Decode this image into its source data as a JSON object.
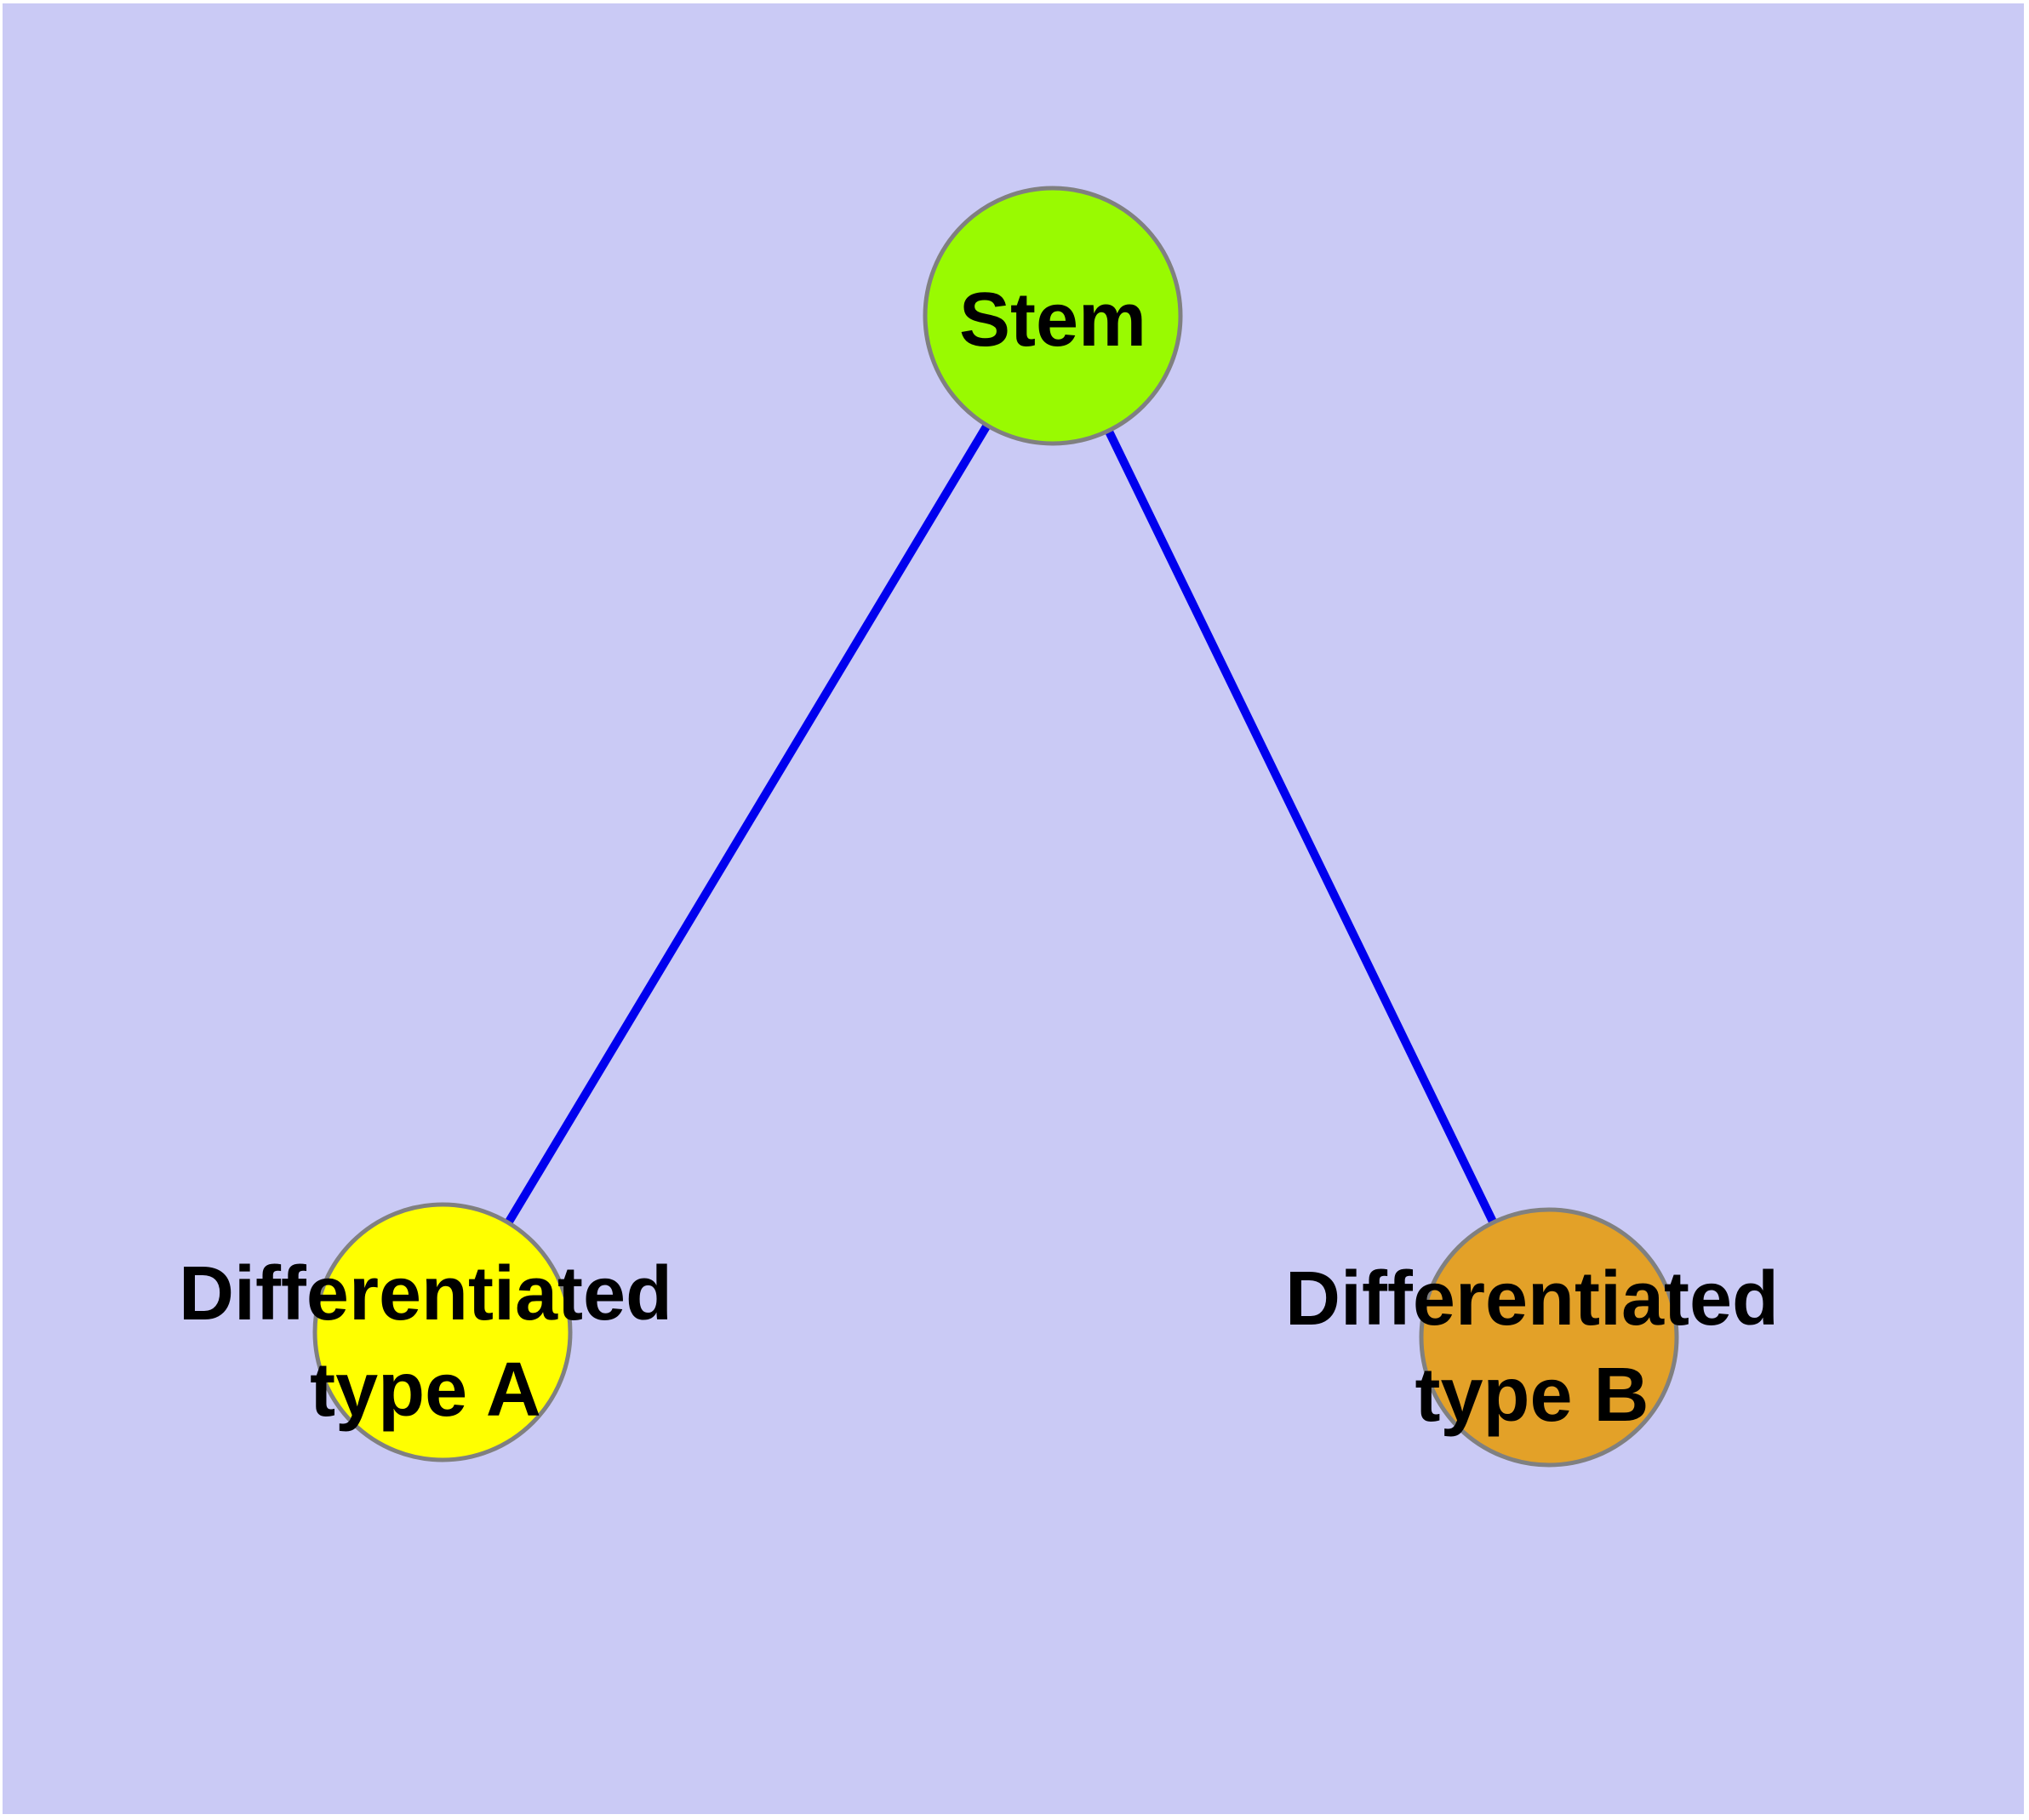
{
  "diagram": {
    "type": "graph",
    "description": "Cell differentiation tree: one stem node with two differentiated child nodes",
    "canvas_color": "#cacaf5",
    "page_margin_color": "#ffffff",
    "node_border_color": "#808080",
    "text_color": "#000000",
    "edge_color": "#0000ee",
    "nodes": [
      {
        "id": "stem",
        "label": "Stem",
        "label_lines": [
          "Stem"
        ],
        "shape": "circle",
        "color": "#99fa01"
      },
      {
        "id": "differentiated-type-a",
        "label": "Differentiated type A",
        "label_lines": [
          "Differentiated",
          "type A"
        ],
        "shape": "circle",
        "color": "#ffff00"
      },
      {
        "id": "differentiated-type-b",
        "label": "Differentiated type B",
        "label_lines": [
          "Differentiated",
          "type B"
        ],
        "shape": "circle",
        "color": "#e3a128"
      }
    ],
    "edges": [
      {
        "from": "Stem",
        "to": "Differentiated type A",
        "color": "#0000ee"
      },
      {
        "from": "Stem",
        "to": "Differentiated type B",
        "color": "#0000ee"
      }
    ]
  }
}
